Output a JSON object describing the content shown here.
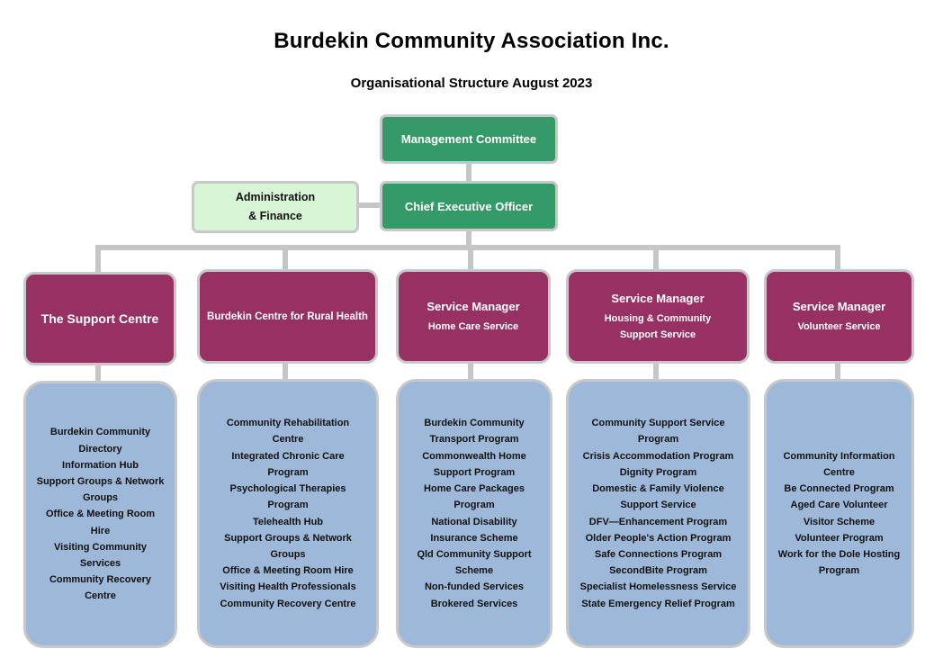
{
  "header": {
    "title": "Burdekin Community Association Inc.",
    "subtitle": "Organisational Structure August 2023"
  },
  "top": {
    "management": "Management Committee",
    "ceo": "Chief Executive Officer",
    "admin_line1": "Administration",
    "admin_line2": "& Finance"
  },
  "colors": {
    "top_green": "#349a68",
    "admin_green": "#d6f6d6",
    "unit_maroon": "#973163",
    "services_blue": "#9db8d8",
    "connector_grey": "#c6c6c6"
  },
  "units": [
    {
      "title": "The Support Centre",
      "subtitle": "",
      "services": [
        "Burdekin Community",
        "Directory",
        "Information Hub",
        "Support Groups & Network",
        "Groups",
        "Office & Meeting Room",
        "Hire",
        "Visiting Community",
        "Services",
        "Community Recovery",
        "Centre"
      ]
    },
    {
      "title": "Burdekin Centre for Rural Health",
      "subtitle": "",
      "services": [
        "Community Rehabilitation",
        "Centre",
        "Integrated Chronic Care",
        "Program",
        "Psychological Therapies",
        "Program",
        "Telehealth Hub",
        "Support Groups & Network",
        "Groups",
        "Office & Meeting Room Hire",
        "Visiting Health Professionals",
        "Community Recovery Centre"
      ]
    },
    {
      "title": "Service Manager",
      "subtitle": "Home Care Service",
      "services": [
        "Burdekin Community",
        "Transport Program",
        "Commonwealth Home",
        "Support Program",
        "Home Care Packages",
        "Program",
        "National Disability",
        "Insurance Scheme",
        "Qld Community Support",
        "Scheme",
        "Non-funded Services",
        "Brokered Services"
      ]
    },
    {
      "title": "Service Manager",
      "subtitle": "Housing & Community Support Service",
      "services": [
        "Community Support Service",
        "Program",
        "Crisis Accommodation Program",
        "Dignity Program",
        "Domestic & Family Violence",
        "Support Service",
        "DFV—Enhancement Program",
        "Older People's Action Program",
        "Safe Connections Program",
        "SecondBite Program",
        "Specialist Homelessness Service",
        "State Emergency Relief Program"
      ]
    },
    {
      "title": "Service Manager",
      "subtitle": "Volunteer Service",
      "services": [
        "Community Information",
        "Centre",
        "Be Connected Program",
        "Aged Care Volunteer",
        "Visitor Scheme",
        "Volunteer Program",
        "Work for the Dole Hosting",
        "Program"
      ]
    }
  ]
}
